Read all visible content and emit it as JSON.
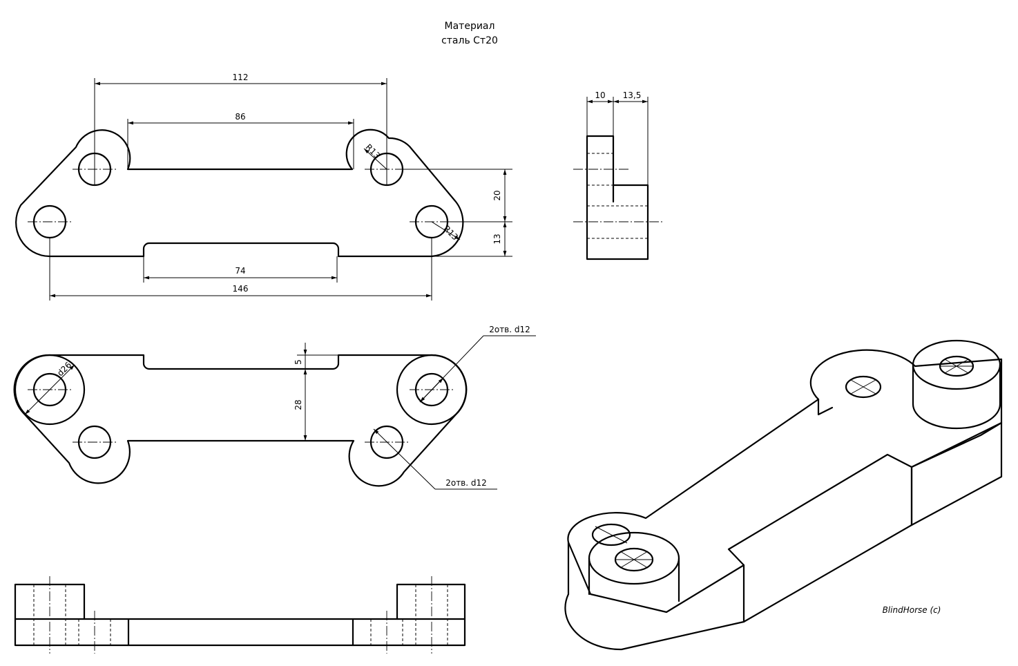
{
  "material": {
    "line1": "Материал",
    "line2": "сталь Ст20"
  },
  "front_view": {
    "dim_112": "112",
    "dim_86": "86",
    "dim_74": "74",
    "dim_146": "146",
    "dim_20": "20",
    "dim_13": "13",
    "radius_top": "R13",
    "radius_right": "R13"
  },
  "side_view": {
    "dim_10": "10",
    "dim_13_5": "13,5"
  },
  "plan_view": {
    "dim_5": "5",
    "dim_28": "28",
    "diameter": "d26",
    "holes_top": "2отв. d12",
    "holes_bottom": "2отв. d12"
  },
  "signature": "BlindHorse (c)"
}
